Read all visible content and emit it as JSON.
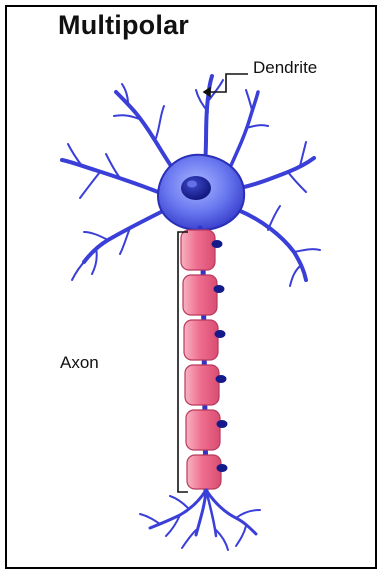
{
  "title": "Multipolar",
  "labels": {
    "dendrite": "Dendrite",
    "axon": "Axon"
  },
  "colors": {
    "neuron_blue": "#3a3fd8",
    "soma_light": "#7f95ff",
    "myelin_pink": "#ef6f8f",
    "myelin_light": "#f7b3c2",
    "nucleus_dark": "#141a8a",
    "line": "#111111"
  }
}
